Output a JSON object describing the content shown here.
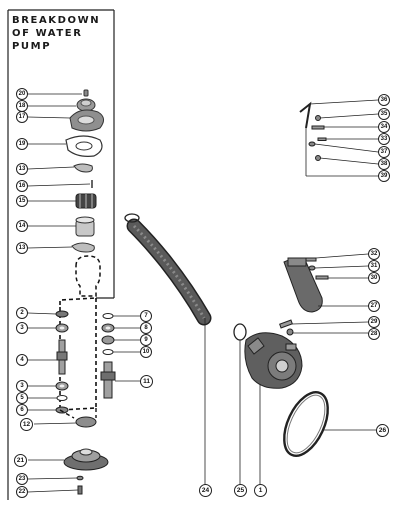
{
  "title": {
    "line1": "BREAKDOWN",
    "line2": "OF WATER",
    "line3": "PUMP"
  },
  "callouts": {
    "c20a": "20",
    "c18": "18",
    "c17": "17",
    "c19": "19",
    "c13a": "13",
    "c16": "16",
    "c15": "15",
    "c14": "14",
    "c13b": "13",
    "c2": "2",
    "c3a": "3",
    "c4": "4",
    "c3b": "3",
    "c5": "5",
    "c6": "6",
    "c12": "12",
    "c7": "7",
    "c8": "8",
    "c9": "9",
    "c10": "10",
    "c11": "11",
    "c21": "21",
    "c23": "23",
    "c22": "22",
    "c24": "24",
    "c25": "25",
    "c1": "1",
    "c26": "26",
    "c28": "28",
    "c29": "29",
    "c27": "27",
    "c30": "30",
    "c31": "31",
    "c32": "32",
    "c36": "36",
    "c35": "35",
    "c34": "34",
    "c33": "33",
    "c37": "37",
    "c38": "38",
    "c39": "39"
  }
}
